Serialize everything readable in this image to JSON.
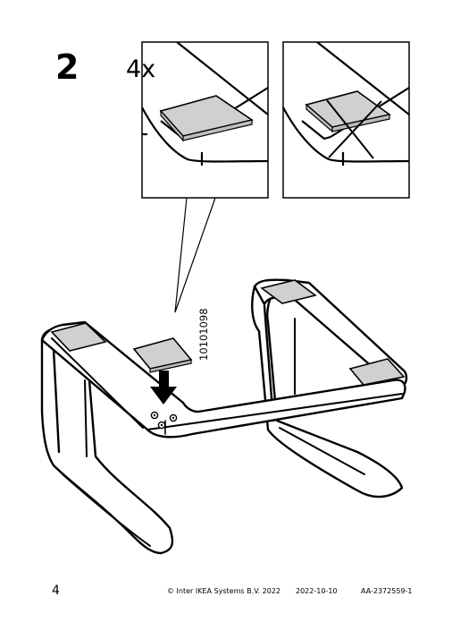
{
  "step": {
    "number": "2"
  },
  "detail": {
    "quantity": "4x"
  },
  "part": {
    "number": "10101098"
  },
  "footer": {
    "page_number": "4",
    "copyright": "© Inter IKEA Systems B.V. 2022",
    "date": "2022-10-10",
    "doc_id": "AA-2372559-1"
  },
  "colors": {
    "pad": "#d0d0d0",
    "line": "#000000",
    "background": "#ffffff"
  }
}
